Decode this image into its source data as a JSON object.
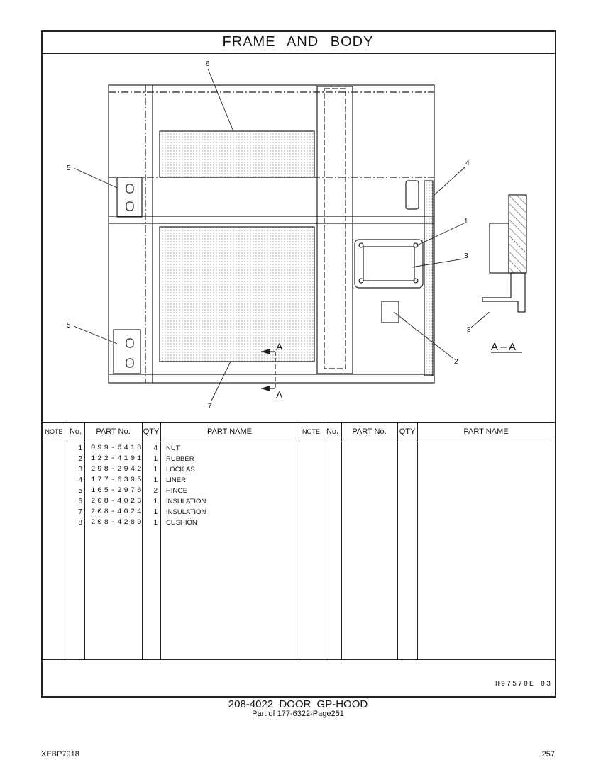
{
  "title": "FRAME AND BODY",
  "callouts": {
    "c1": "1",
    "c2": "2",
    "c3": "3",
    "c4": "4",
    "c5a": "5",
    "c5b": "5",
    "c6": "6",
    "c7": "7",
    "c8": "8",
    "secA1": "A",
    "secA2": "A",
    "section": "A – A"
  },
  "columns": {
    "note": "NOTE",
    "no": "No.",
    "part_no": "PART No.",
    "qty": "QTY",
    "part_name": "PART NAME"
  },
  "parts": [
    {
      "no": "1",
      "part_no": "099-6418",
      "qty": "4",
      "name": "NUT"
    },
    {
      "no": "2",
      "part_no": "122-4101",
      "qty": "1",
      "name": "RUBBER"
    },
    {
      "no": "3",
      "part_no": "298-2942",
      "qty": "1",
      "name": "LOCK AS"
    },
    {
      "no": "4",
      "part_no": "177-6395",
      "qty": "1",
      "name": "LINER"
    },
    {
      "no": "5",
      "part_no": "165-2976",
      "qty": "2",
      "name": "HINGE"
    },
    {
      "no": "6",
      "part_no": "208-4023",
      "qty": "1",
      "name": "INSULATION"
    },
    {
      "no": "7",
      "part_no": "208-4024",
      "qty": "1",
      "name": "INSULATION"
    },
    {
      "no": "8",
      "part_no": "208-4289",
      "qty": "1",
      "name": "CUSHION"
    }
  ],
  "illustration_ref": "H97570E   03",
  "group_title": "208-4022  DOOR GP-HOOD",
  "part_of": "Part of 177-6322-Page251",
  "doc_id": "XEBP7918",
  "page_number": "257"
}
